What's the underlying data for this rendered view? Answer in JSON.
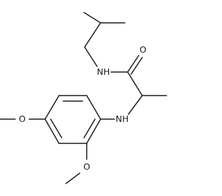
{
  "structure": {
    "labels": {
      "carbonyl_oxygen": "O",
      "amide_nh": "NH",
      "amine_nh": "NH",
      "methoxy_top_oxygen": "O",
      "methoxy_bottom_oxygen": "O"
    }
  }
}
